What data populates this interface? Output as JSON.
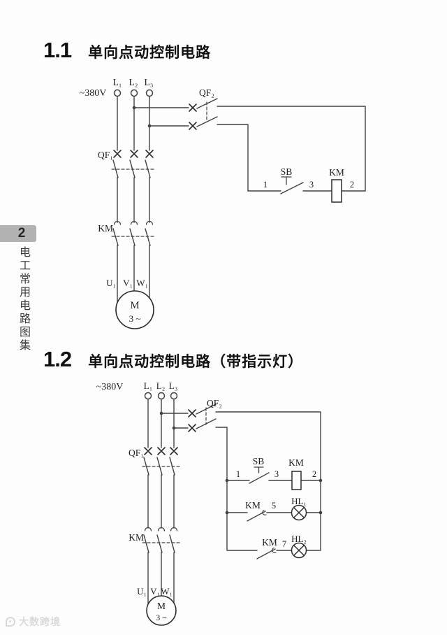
{
  "page": {
    "sidebar": {
      "page_number": "2",
      "book_title": "电工常用电路图集"
    },
    "watermark": {
      "text": "大数跨境"
    },
    "sections": {
      "s1": {
        "number": "1.1",
        "title": "单向点动控制电路",
        "voltage": "~380V",
        "phase": {
          "l1": "L₁",
          "l2": "L₂",
          "l3": "L₃"
        },
        "breaker_main": "QF₁",
        "breaker_ctrl": "QF₂",
        "contactor_main": "KM",
        "coil": "KM",
        "button": "SB",
        "wire_numbers": {
          "n1": "1",
          "n3": "3",
          "n2": "2"
        },
        "motor_terminals": {
          "u1": "U₁",
          "v1": "V₁",
          "w1": "W₁"
        },
        "motor": {
          "letter": "M",
          "phases": "3 ~"
        }
      },
      "s2": {
        "number": "1.2",
        "title": "单向点动控制电路（带指示灯）",
        "voltage": "~380V",
        "phase": {
          "l1": "L₁",
          "l2": "L₂",
          "l3": "L₃"
        },
        "breaker_main": "QF₁",
        "breaker_ctrl": "QF₂",
        "contactor_main": "KM",
        "coil": "KM",
        "aux1": "KM",
        "aux2": "KM",
        "button": "SB",
        "lamps": {
          "hl1": "HL₁",
          "hl2": "HL₂"
        },
        "wire_numbers": {
          "n1": "1",
          "n3": "3",
          "n2": "2",
          "n5": "5",
          "n7": "7"
        },
        "motor_terminals": {
          "u1": "U₁",
          "v1": "V₁",
          "w1": "W₁"
        },
        "motor": {
          "letter": "M",
          "phases": "3 ~"
        }
      }
    },
    "colors": {
      "wire": "#424242",
      "label": "#1f1f1f",
      "sidebar_box": "#b2b2b2",
      "watermark": "#d3d3d3"
    }
  }
}
